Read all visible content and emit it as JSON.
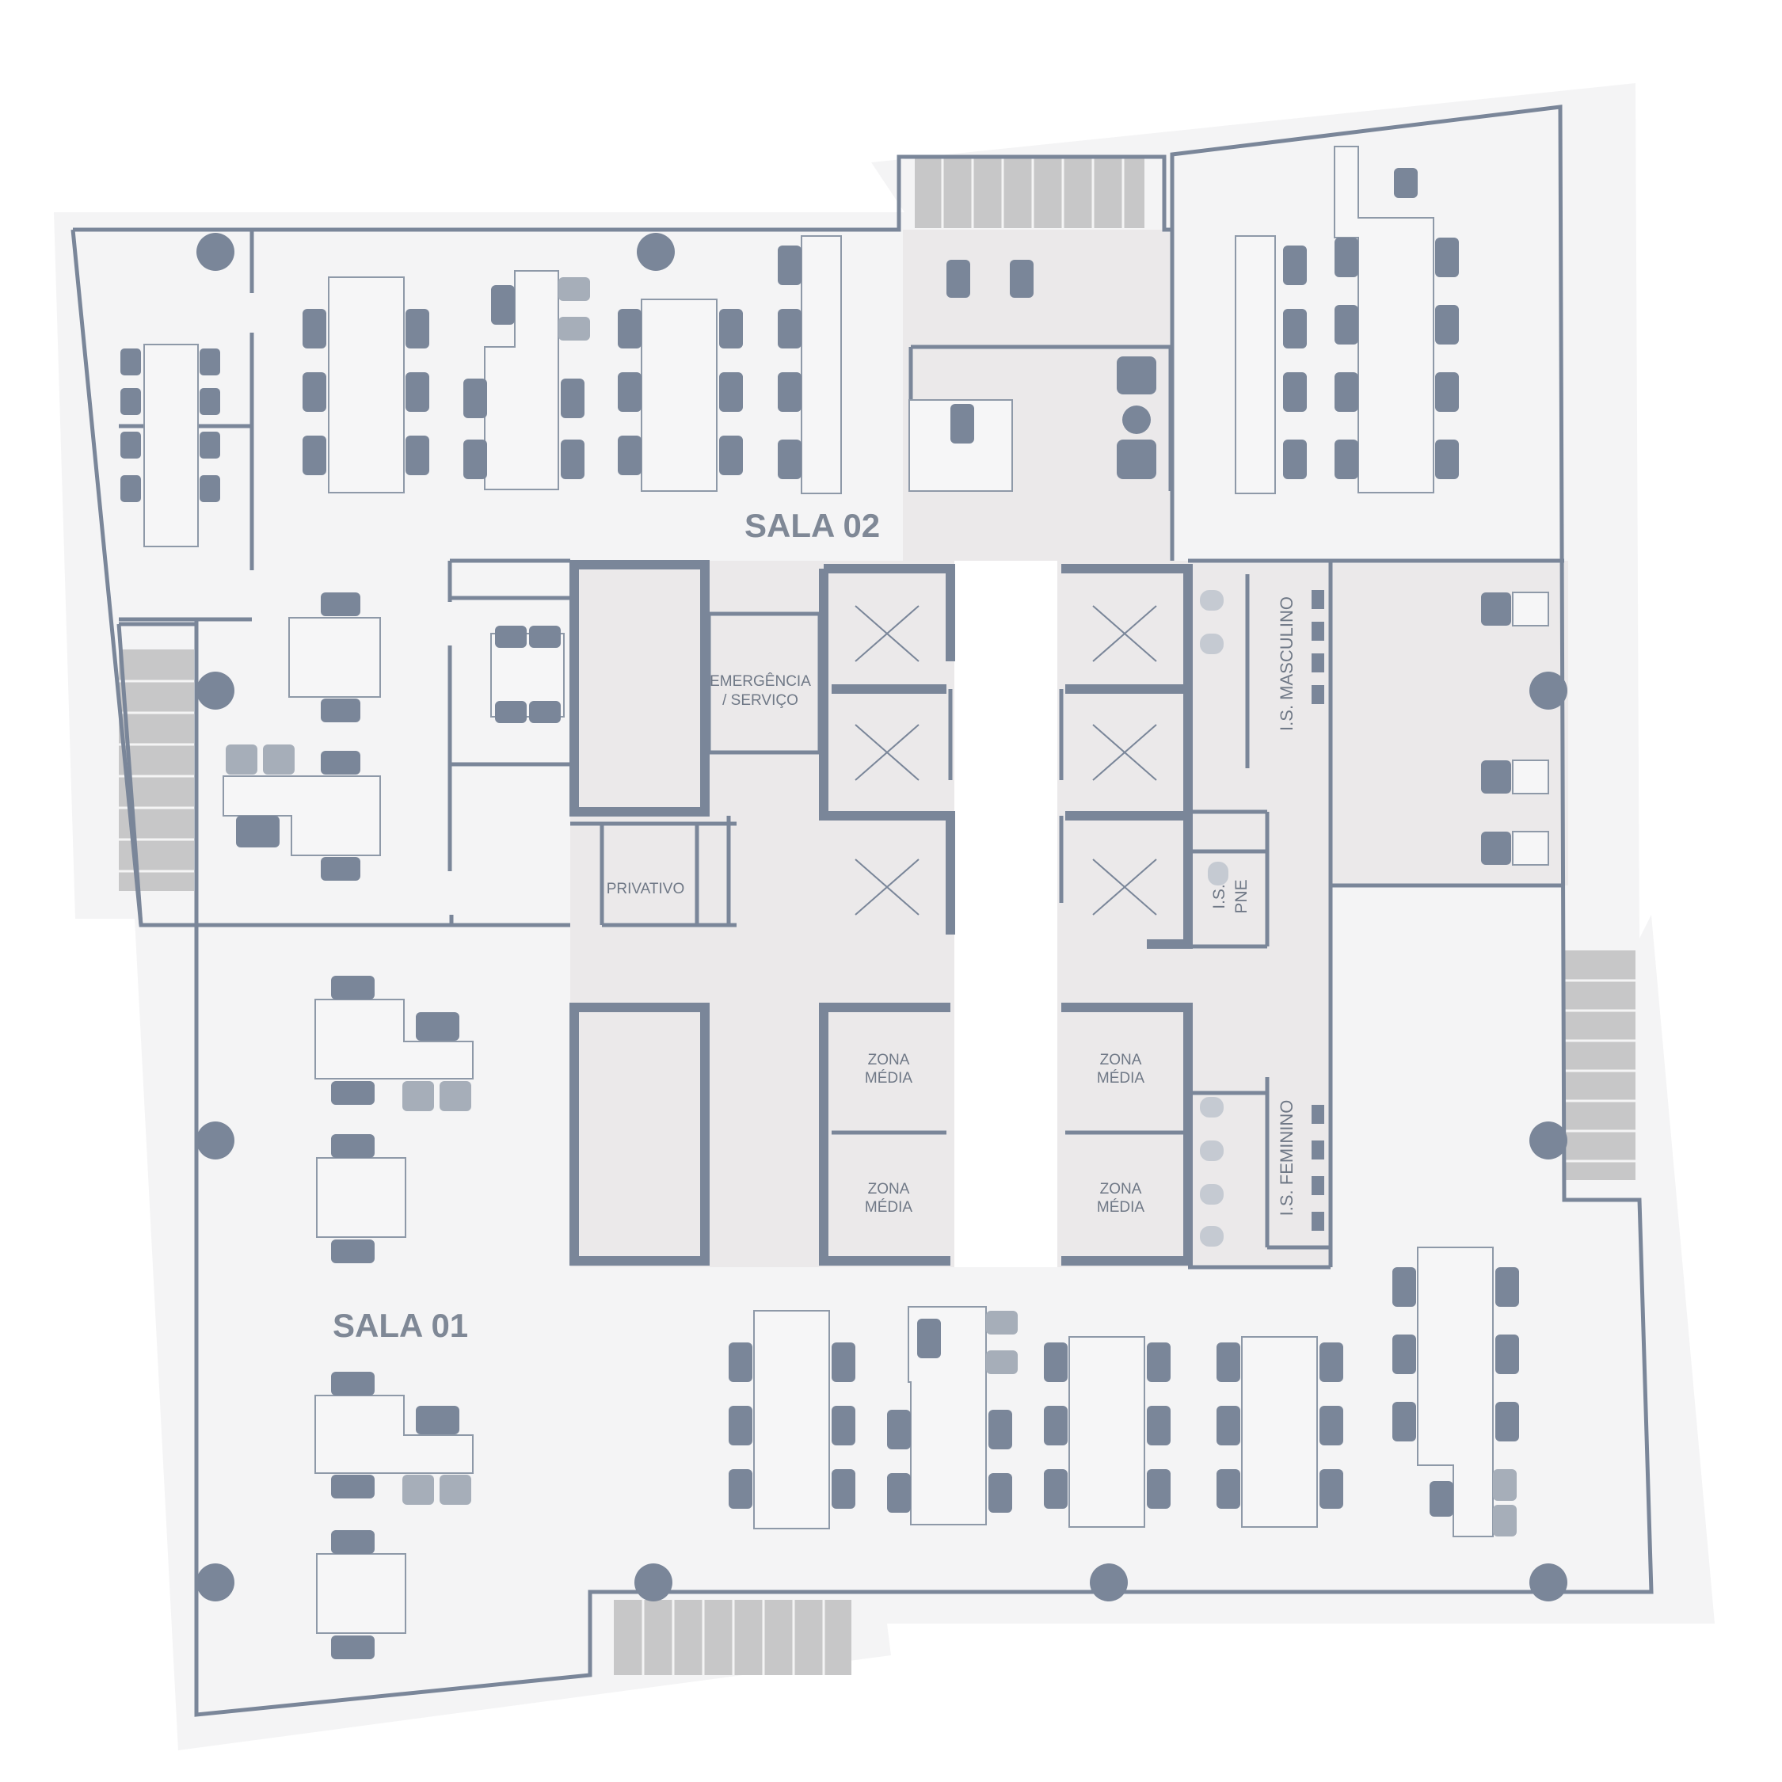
{
  "colors": {
    "wall": "#7a8699",
    "floor": "#f4f4f5",
    "core_fill": "#ebe9ea",
    "stairs": "#c7c7c8",
    "furniture_dark": "#7a8699",
    "furniture_light": "#c5cad2",
    "label": "#7f8896"
  },
  "rooms": {
    "sala_01": "SALA 01",
    "sala_02": "SALA 02",
    "emergencia_line1": "EMERGÊNCIA",
    "emergencia_line2": "/ SERVIÇO",
    "privativo": "PRIVATIVO",
    "is_masculino": "I.S. MASCULINO",
    "is_feminino": "I.S. FEMININO",
    "is_pne_line1": "I.S.",
    "is_pne_line2": "PNE",
    "zona_line1": "ZONA",
    "zona_line2": "MÉDIA"
  },
  "icons": [
    "elevator-x-icon",
    "column-icon",
    "toilet-icon",
    "chair-icon",
    "stairs-icon"
  ]
}
